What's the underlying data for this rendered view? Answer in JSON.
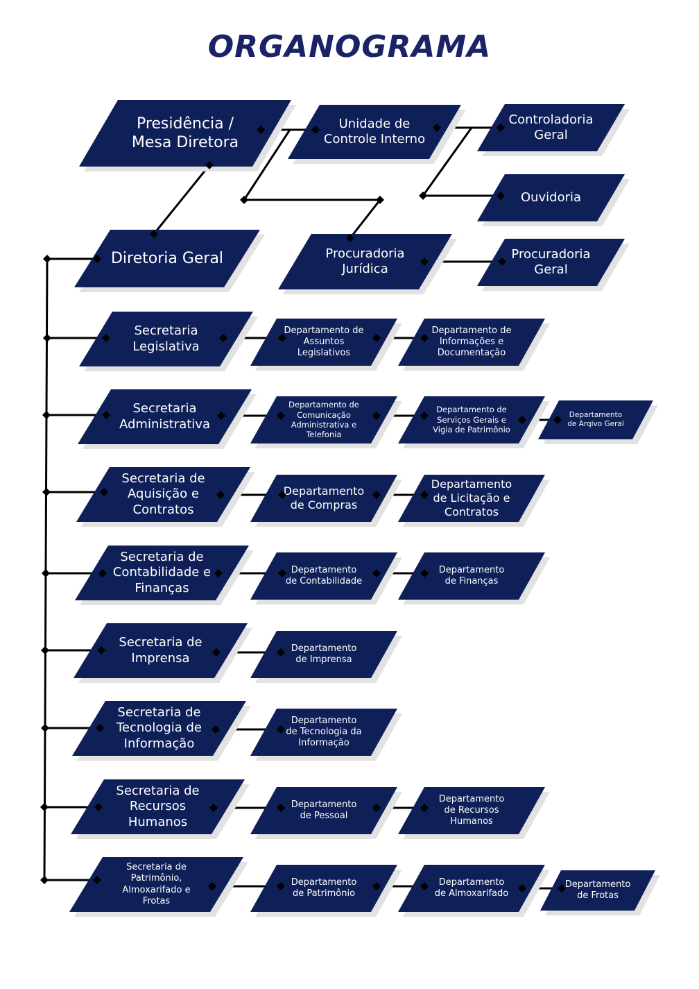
{
  "title": "ORGANOGRAMA",
  "colors": {
    "box_fill": "#0f1f58",
    "title": "#1a2366",
    "connector": "#000000",
    "shadow": "#e2e2e2"
  },
  "nodes": {
    "presidencia": "Presidência /\nMesa Diretora",
    "controle_interno": "Unidade de\nControle Interno",
    "controladoria": "Controladoria\nGeral",
    "ouvidoria": "Ouvidoria",
    "diretoria_geral": "Diretoria Geral",
    "procuradoria_juridica": "Procuradoria\nJurídica",
    "procuradoria_geral": "Procuradoria\nGeral",
    "sec_legislativa": "Secretaria\nLegislativa",
    "dep_assuntos_legislativos": "Departamento de\nAssuntos\nLegislativos",
    "dep_informacoes": "Departamento de\nInformações e\nDocumentação",
    "sec_administrativa": "Secretaria\nAdministrativa",
    "dep_comunicacao": "Departamento de\nComunicação\nAdministrativa e\nTelefonia",
    "dep_servicos_gerais": "Departamento de\nServiços Gerais e\nVigia de Patrimônio",
    "dep_arquivo": "Departamento\nde Arqivo Geral",
    "sec_aquisicao": "Secretaria de\nAquisição e\nContratos",
    "dep_compras": "Departamento\nde Compras",
    "dep_licitacao": "Departamento\nde Licitação e\nContratos",
    "sec_contabilidade": "Secretaria de\nContabilidade e\nFinanças",
    "dep_contabilidade": "Departamento\nde Contabilidade",
    "dep_financas": "Departamento\nde Finanças",
    "sec_imprensa": "Secretaria de\nImprensa",
    "dep_imprensa": "Departamento\nde Imprensa",
    "sec_ti": "Secretaria de\nTecnologia de\nInformação",
    "dep_ti": "Departamento\nde Tecnologia da\nInformação",
    "sec_rh": "Secretaria de\nRecursos\nHumanos",
    "dep_pessoal": "Departamento\nde Pessoal",
    "dep_rh": "Departamento\nde Recursos\nHumanos",
    "sec_patrimonio": "Secretaria de\nPatrimônio,\nAlmoxarifado e\nFrotas",
    "dep_patrimonio": "Departamento\nde Patrimônio",
    "dep_almoxarifado": "Departamento\nde Almoxarifado",
    "dep_frotas": "Departamento\nde Frotas"
  }
}
